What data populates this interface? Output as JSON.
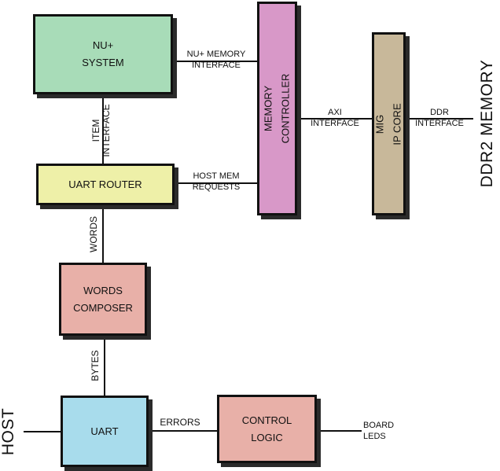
{
  "blocks": {
    "nu_system": [
      "NU+",
      "SYSTEM"
    ],
    "memory_controller": [
      "MEMORY",
      "CONTROLLER"
    ],
    "mig_ip_core": [
      "MIG",
      "IP CORE"
    ],
    "uart_router": "UART ROUTER",
    "words_composer": [
      "WORDS",
      "COMPOSER"
    ],
    "uart": "UART",
    "control_logic": [
      "CONTROL",
      "LOGIC"
    ]
  },
  "external": {
    "ddr2_memory": "DDR2 MEMORY",
    "host": "HOST",
    "board_leds": [
      "BOARD",
      "LEDS"
    ]
  },
  "connections": {
    "nu_memory_interface": [
      "NU+ MEMORY",
      "INTERFACE"
    ],
    "axi_interface": [
      "AXI",
      "INTERFACE"
    ],
    "ddr_interface": [
      "DDR",
      "INTERFACE"
    ],
    "item_interface": [
      "ITEM",
      "INTERFACE"
    ],
    "host_mem_requests": [
      "HOST MEM",
      "REQUESTS"
    ],
    "words": "WORDS",
    "bytes": "BYTES",
    "errors": "ERRORS"
  },
  "colors": {
    "nu_system": "#a8dcb8",
    "memory_controller": "#d898c8",
    "mig_ip_core": "#c8b89a",
    "uart_router": "#eef0a8",
    "words_composer": "#e8b0a8",
    "uart": "#a8dcec",
    "control_logic": "#e8b0a8"
  }
}
